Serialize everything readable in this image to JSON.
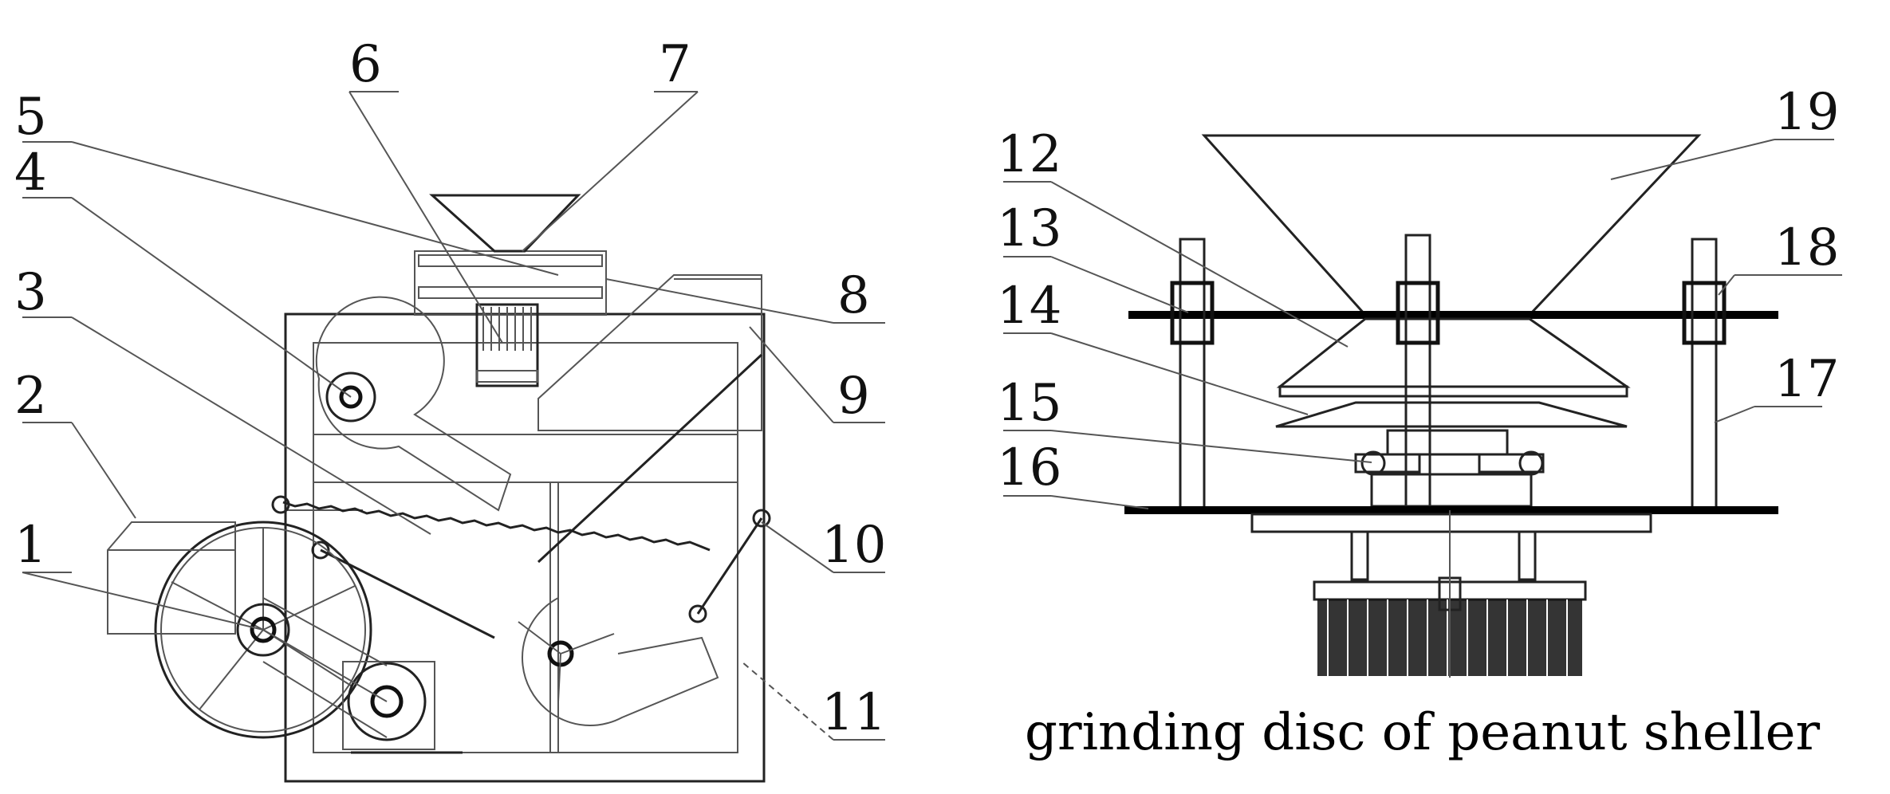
{
  "figure": {
    "caption": "grinding disc of peanut sheller",
    "left_labels": [
      "1",
      "2",
      "3",
      "4",
      "5",
      "6",
      "7",
      "8",
      "9",
      "10",
      "11"
    ],
    "right_labels": [
      "12",
      "13",
      "14",
      "15",
      "16",
      "17",
      "18",
      "19"
    ]
  }
}
